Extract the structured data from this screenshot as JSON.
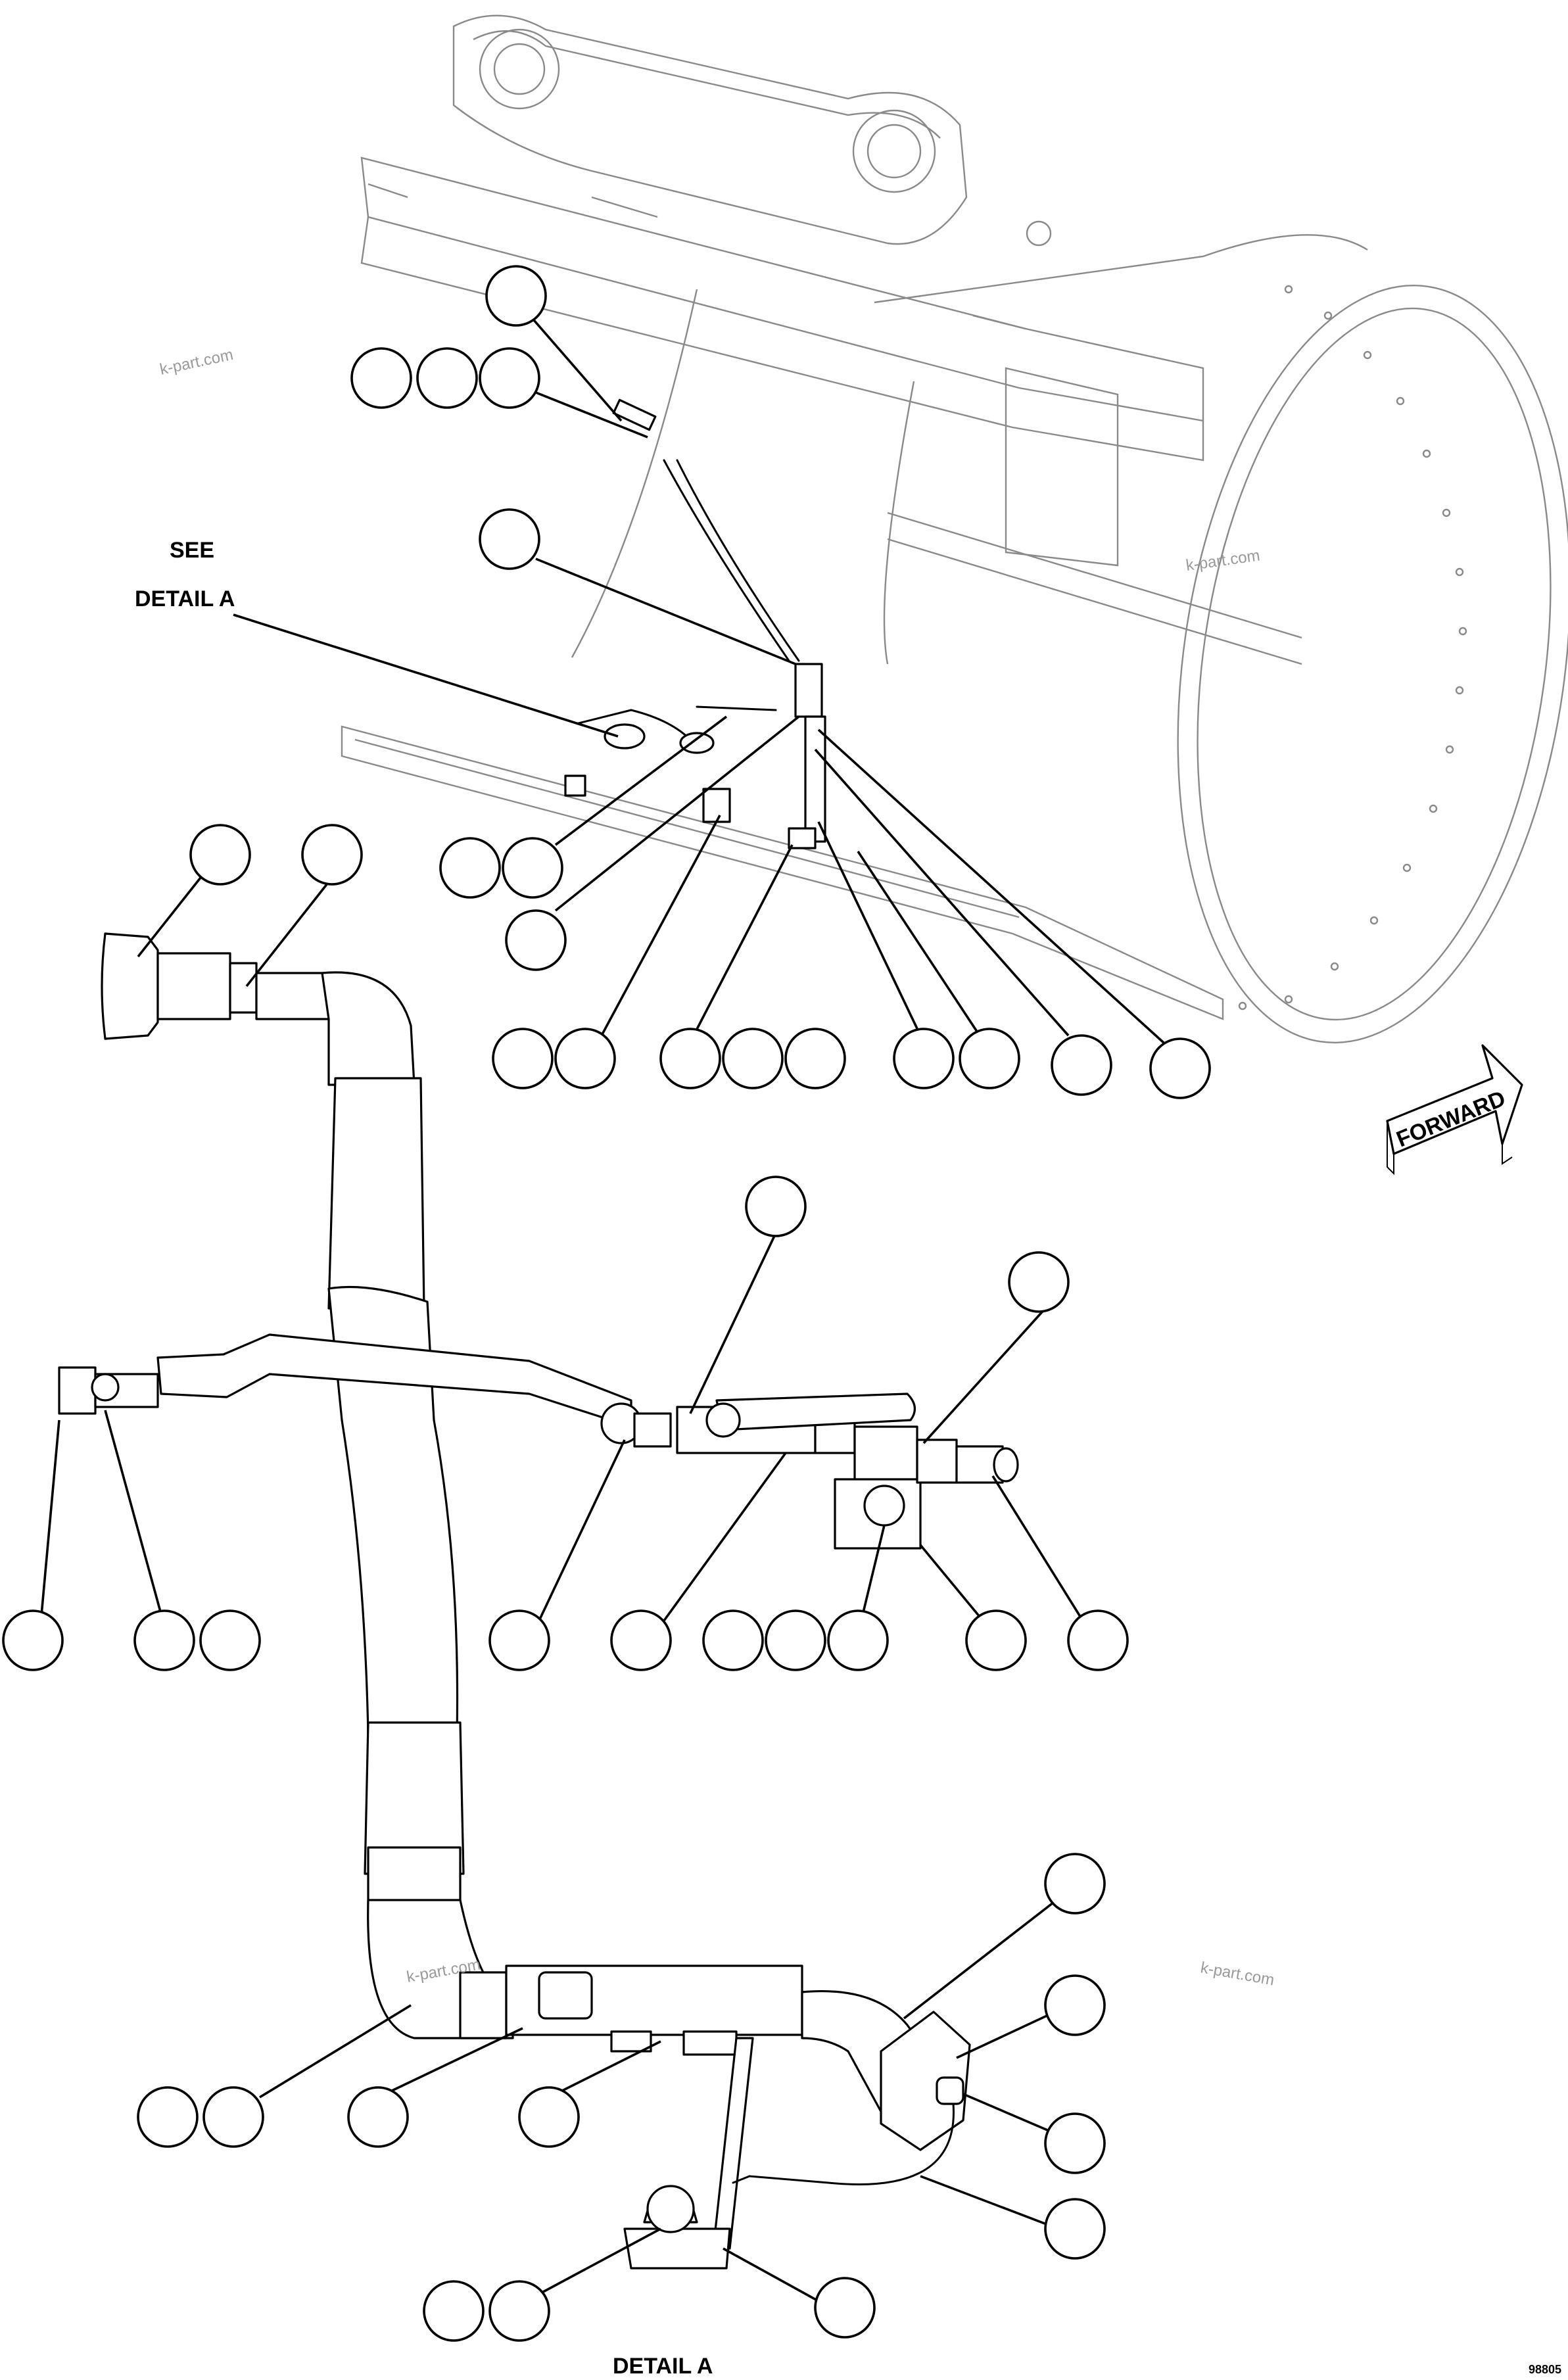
{
  "labels": {
    "see": "SEE",
    "detail_ref": "DETAIL A",
    "detail_title": "DETAIL A",
    "forward": "FORWARD",
    "drawing_code": "98805"
  },
  "watermarks": [
    "k-part.com",
    "k-part.com",
    "k-part.com",
    "k-part.com"
  ]
}
